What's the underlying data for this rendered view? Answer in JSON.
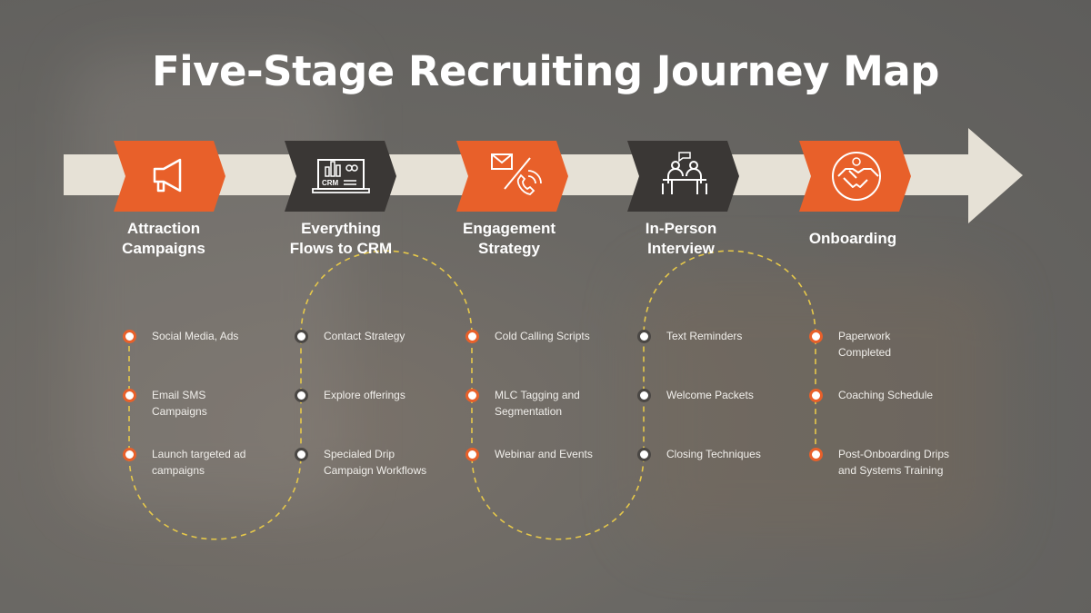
{
  "title": "Five-Stage Recruiting Journey Map",
  "colors": {
    "accent": "#E8602A",
    "dark": "#3A3735",
    "band": "#E6E1D6",
    "path": "#E6C84A"
  },
  "stages": [
    {
      "label_1": "Attraction",
      "label_2": "Campaigns",
      "icon": "megaphone-icon",
      "items": [
        "Social Media, Ads",
        "Email SMS Campaigns",
        "Launch targeted ad campaigns"
      ]
    },
    {
      "label_1": "Everything",
      "label_2": "Flows to CRM",
      "icon": "crm-laptop-icon",
      "icon_text": "CRM",
      "items": [
        "Contact Strategy",
        "Explore offerings",
        "Specialed Drip Campaign Workflows"
      ]
    },
    {
      "label_1": "Engagement",
      "label_2": "Strategy",
      "icon": "email-phone-icon",
      "items": [
        "Cold Calling Scripts",
        "MLC Tagging and Segmentation",
        "Webinar and Events"
      ]
    },
    {
      "label_1": "In-Person",
      "label_2": "Interview",
      "icon": "interview-icon",
      "items": [
        "Text Reminders",
        "Welcome Packets",
        "Closing Techniques"
      ]
    },
    {
      "label_1": "Onboarding",
      "label_2": "",
      "icon": "handshake-icon",
      "items": [
        "Paperwork Completed",
        "Coaching Schedule",
        "Post-Onboarding Drips and Systems Training"
      ]
    }
  ]
}
